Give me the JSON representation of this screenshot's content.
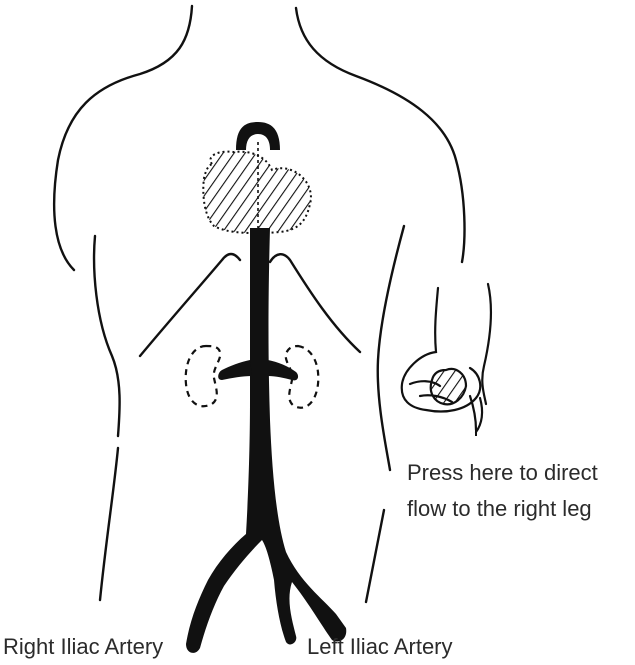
{
  "instruction": {
    "line1": "Press here to direct",
    "line2": "flow to the right leg"
  },
  "labels": {
    "right_iliac": "Right Iliac Artery",
    "left_iliac": "Left Iliac Artery"
  },
  "colors": {
    "ink": "#111111",
    "text": "#2b2b2b",
    "background": "#ffffff"
  }
}
